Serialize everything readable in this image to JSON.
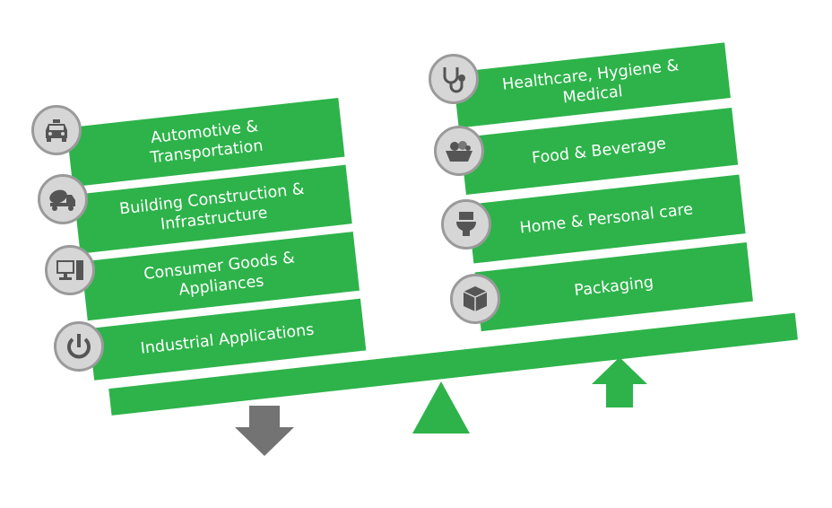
{
  "left_items": [
    {
      "label_line1": "Automotive &",
      "label_line2": "Transportation",
      "icon": "car-icon"
    },
    {
      "label_line1": "Building Construction &",
      "label_line2": "Infrastructure",
      "icon": "cement-mixer-truck-icon"
    },
    {
      "label_line1": "Consumer Goods &",
      "label_line2": "Appliances",
      "icon": "computer-icon"
    },
    {
      "label_line1": "Industrial Applications",
      "label_line2": "",
      "icon": "power-icon"
    }
  ],
  "right_items": [
    {
      "label_line1": "Healthcare, Hygiene &",
      "label_line2": "Medical",
      "icon": "stethoscope-icon"
    },
    {
      "label_line1": "Food & Beverage",
      "label_line2": "",
      "icon": "fruit-basket-icon"
    },
    {
      "label_line1": "Home & Personal care",
      "label_line2": "",
      "icon": "toilet-icon"
    },
    {
      "label_line1": "Packaging",
      "label_line2": "",
      "icon": "box-icon"
    }
  ],
  "colors": {
    "green": "#2db34a",
    "grey_arrow": "#737373",
    "icon_bg": "#d6d6d6",
    "icon_border": "#9a9a9a"
  }
}
